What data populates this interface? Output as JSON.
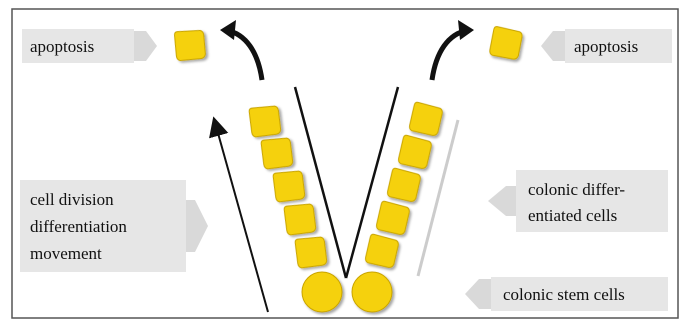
{
  "labels": {
    "apoptosis_left": "apoptosis",
    "apoptosis_right": "apoptosis",
    "cell_division_lines": [
      "cell division",
      "differentiation",
      "movement"
    ],
    "colonic_differentiated_lines": [
      "colonic differ-",
      "entiated cells"
    ],
    "colonic_stem": "colonic stem cells"
  },
  "colors": {
    "cell_fill": "#f5d10a",
    "cell_stroke": "#c9a400",
    "label_box": "#e6e6e6",
    "arrow_shape": "#d9d9d9",
    "frame": "#555555",
    "lines": "#111111"
  }
}
